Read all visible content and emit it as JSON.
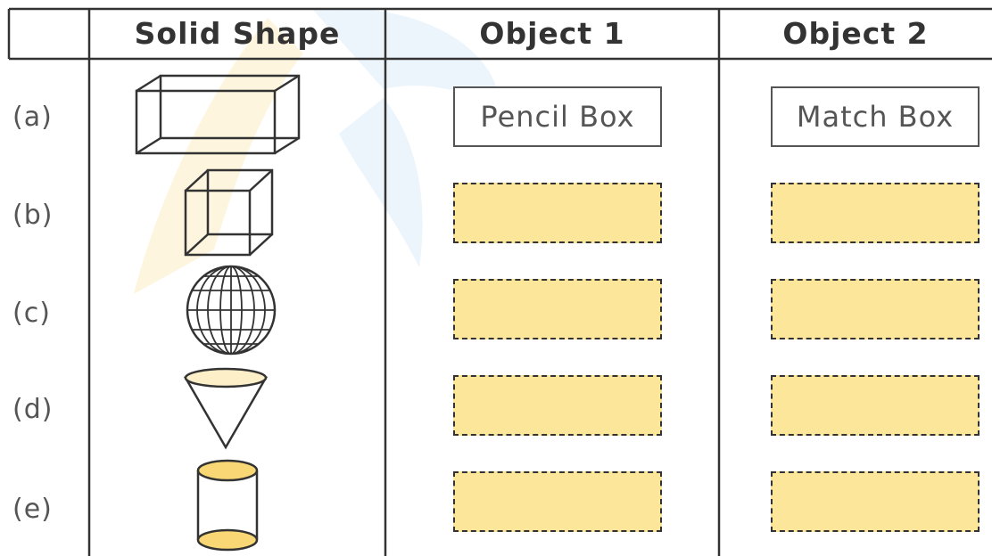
{
  "table": {
    "headers": {
      "label": "",
      "solid_shape": "Solid Shape",
      "object1": "Object 1",
      "object2": "Object 2"
    },
    "rows": [
      {
        "label": "(a)",
        "shape_icon": "cuboid-icon",
        "object1": "Pencil Box",
        "object2": "Match Box"
      },
      {
        "label": "(b)",
        "shape_icon": "cube-icon",
        "object1": "",
        "object2": ""
      },
      {
        "label": "(c)",
        "shape_icon": "sphere-icon",
        "object1": "",
        "object2": ""
      },
      {
        "label": "(d)",
        "shape_icon": "cone-icon",
        "object1": "",
        "object2": ""
      },
      {
        "label": "(e)",
        "shape_icon": "cylinder-icon",
        "object1": "",
        "object2": ""
      }
    ]
  },
  "colors": {
    "blank_fill": "#fbe69a",
    "border": "#333333",
    "shape_accent": "#f8d774"
  }
}
